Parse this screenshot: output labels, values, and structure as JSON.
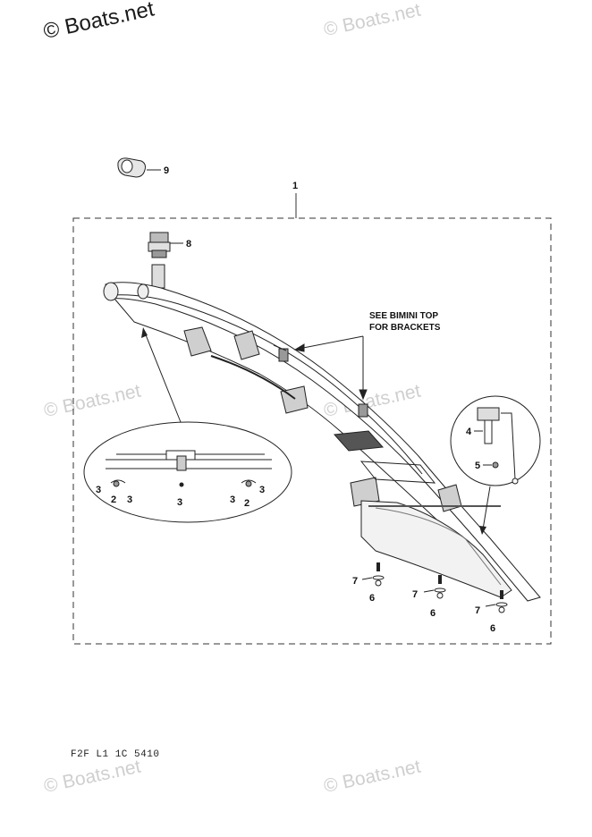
{
  "watermarks": {
    "top_left": "© Boats.net",
    "faint": "© Boats.net"
  },
  "diagram": {
    "assembly_callout": "1",
    "note_line1": "SEE BIMINI TOP",
    "note_line2": "FOR BRACKETS",
    "callouts": {
      "part2": "2",
      "part3": "3",
      "part4": "4",
      "part5": "5",
      "part6": "6",
      "part7": "7",
      "part8": "8",
      "part9": "9"
    },
    "drawing_code": "F2F L1 1C 5410"
  }
}
